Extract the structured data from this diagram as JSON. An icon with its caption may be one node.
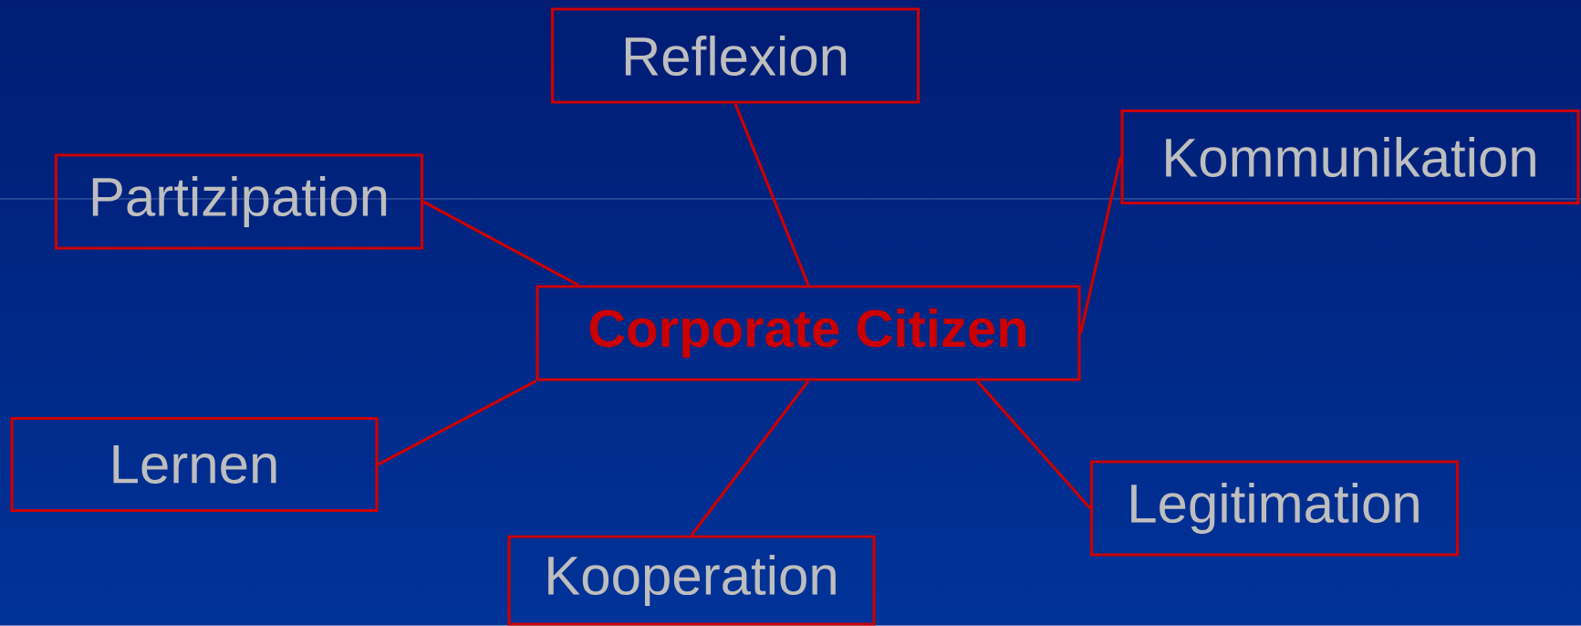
{
  "diagram": {
    "nodes": [
      {
        "text": [
          "Reflexion"
        ]
      },
      {
        "text": [
          "Kommunikation"
        ]
      },
      {
        "text": [
          "Partizipation"
        ]
      },
      {
        "text": [
          "Corporate Citizen"
        ]
      },
      {
        "text": [
          "Lernen"
        ]
      },
      {
        "text": [
          "Legitimation"
        ]
      },
      {
        "text": [
          "Kooperation"
        ]
      }
    ],
    "edges": [
      {
        "from": 3,
        "to": 0,
        "arrow": "none"
      },
      {
        "from": 3,
        "to": 1,
        "arrow": "none"
      },
      {
        "from": 3,
        "to": 2,
        "arrow": "none"
      },
      {
        "from": 3,
        "to": 4,
        "arrow": "none"
      },
      {
        "from": 3,
        "to": 5,
        "arrow": "none"
      },
      {
        "from": 3,
        "to": 6,
        "arrow": "none"
      }
    ]
  }
}
